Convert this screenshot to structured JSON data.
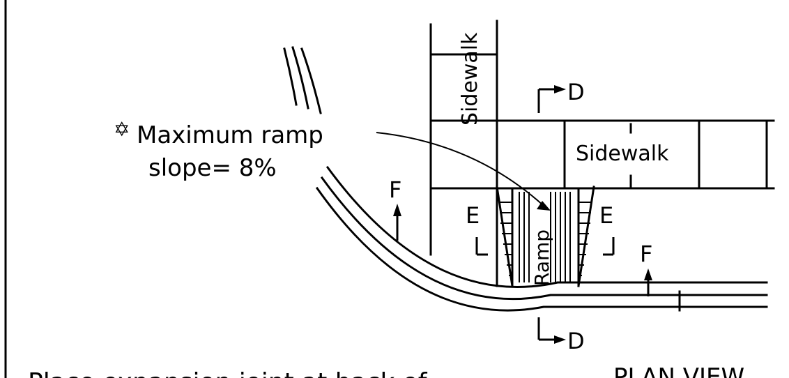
{
  "labels": {
    "sidewalk_vertical": "Sidewalk",
    "sidewalk_horizontal": "Sidewalk",
    "ramp": "Ramp",
    "note_line1": "Maximum ramp",
    "note_line2": "slope= 8%",
    "note_symbol": "✡",
    "section_d": "D",
    "section_e": "E",
    "section_f": "F",
    "plan_view": "PLAN VIEW",
    "bottom_note": "Place expansion joint at back of"
  }
}
